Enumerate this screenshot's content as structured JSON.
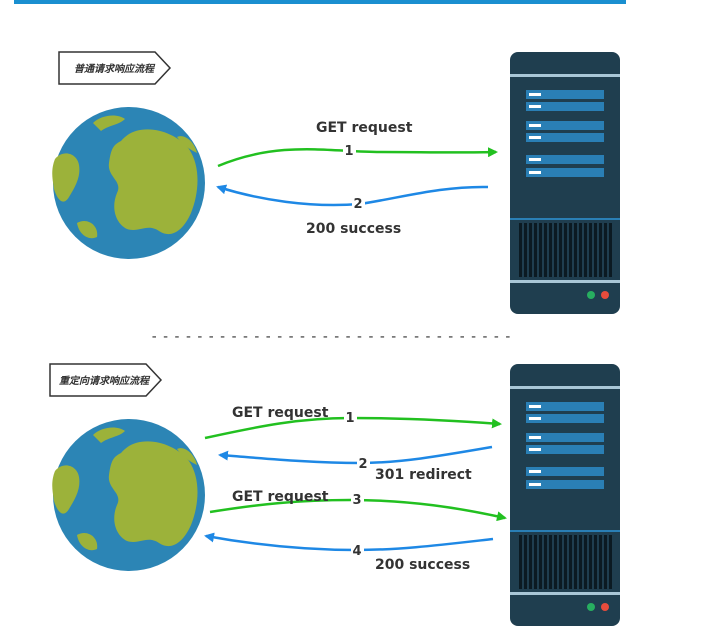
{
  "header_bar_color": "#1a8fd0",
  "colors": {
    "request_arrow": "#22c020",
    "response_arrow": "#1e88e5",
    "server_body": "#1f3e4f",
    "server_slot": "#2a7fb5",
    "ocean": "#2c85b5",
    "land": "#9cb23a",
    "led_green": "#27ae60",
    "led_red": "#e74c3c"
  },
  "normal_flow": {
    "tag": "普通请求响应流程",
    "request_label": "GET request",
    "request_step": "1",
    "response_step": "2",
    "response_label": "200 success"
  },
  "separator": "--------------------------------",
  "redirect_flow": {
    "tag": "重定向请求响应流程",
    "request1_label": "GET request",
    "request1_step": "1",
    "redirect_step": "2",
    "redirect_label": "301 redirect",
    "request2_label": "GET request",
    "request2_step": "3",
    "success_step": "4",
    "success_label": "200 success"
  },
  "icons": {
    "client": "globe-icon",
    "server": "server-rack-icon"
  }
}
